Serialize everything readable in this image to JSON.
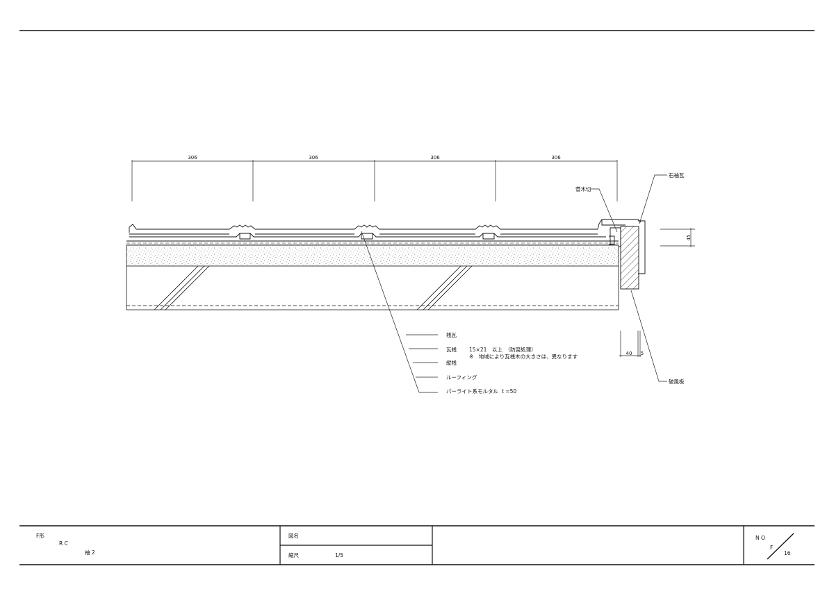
{
  "drawing": {
    "dimensions": {
      "spans": [
        "306",
        "306",
        "306",
        "306"
      ],
      "height_label": "45",
      "depth_label": "40",
      "gap_label": "5"
    },
    "callouts": {
      "ishi_sodegawara": "石袖瓦",
      "kogiri": "菅木切",
      "hafu_ita": "破風板"
    },
    "legend": [
      {
        "label": "桟瓦",
        "note": ""
      },
      {
        "label": "瓦桟",
        "note": "15×21　以上　（防腐処理）"
      },
      {
        "label": "",
        "note": "※　地域により瓦桟木の大きさは、異なります"
      },
      {
        "label": "縦桟",
        "note": ""
      },
      {
        "label": "ルーフィング",
        "note": ""
      },
      {
        "label": "パーライト系モルタル",
        "note": "t =50"
      }
    ]
  },
  "title_block": {
    "shape_code": "F形",
    "structure": "R C",
    "part": "袖 2",
    "drawing_name_label": "図名",
    "drawing_name_value": "",
    "scale_label": "縮尺",
    "scale_value": "1/5",
    "number_label": "N O",
    "series": "F",
    "sheet_no": "16"
  }
}
